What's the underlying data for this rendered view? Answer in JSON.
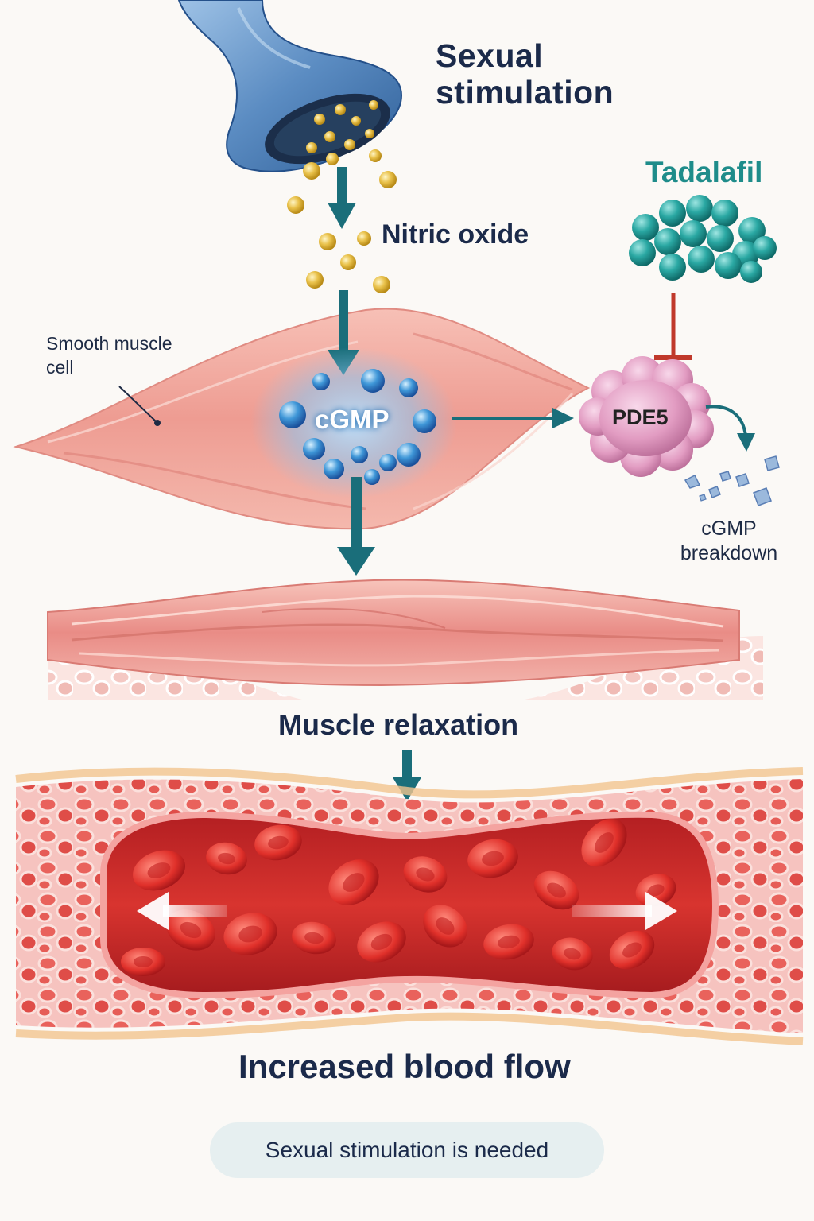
{
  "labels": {
    "sexual_stimulation": "Sexual stimulation",
    "nitric_oxide": "Nitric oxide",
    "tadalafil": "Tadalafil",
    "smooth_muscle_cell": "Smooth muscle cell",
    "cgmp": "cGMP",
    "pde5": "PDE5",
    "cgmp_breakdown": "cGMP breakdown",
    "muscle_relaxation": "Muscle relaxation",
    "increased_blood_flow": "Increased blood flow"
  },
  "note": "Sexual stimulation is needed",
  "colors": {
    "arrow_teal": "#1a6e7a",
    "inhibit_red": "#c0392b",
    "tadalafil_teal": "#1e8c8a",
    "no_gold": "#e0b030",
    "muscle_pink": "#f0a4a0",
    "blood_red": "#d8322f"
  }
}
